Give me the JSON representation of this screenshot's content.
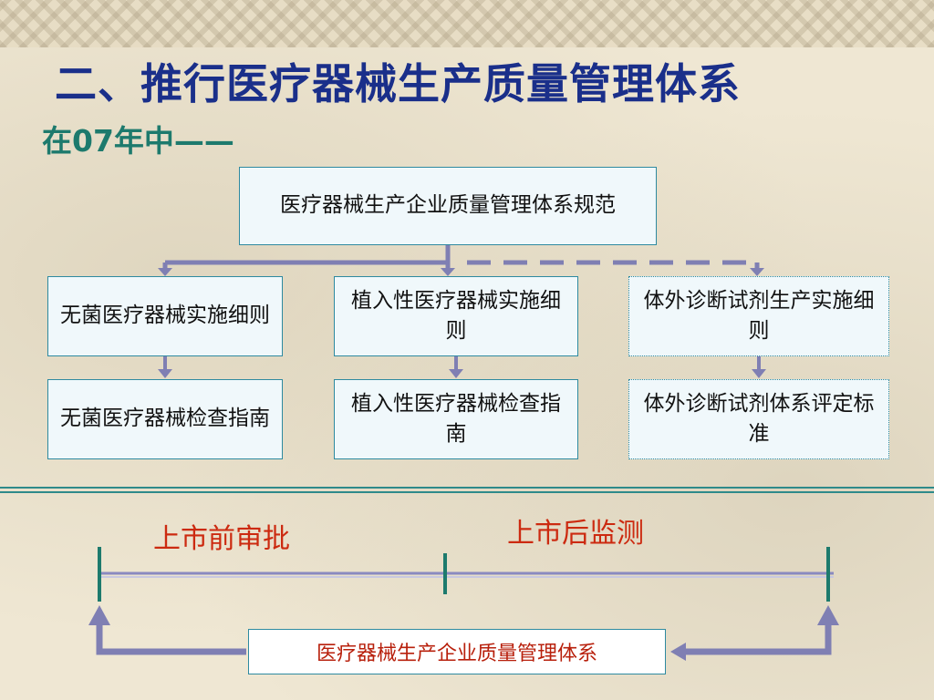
{
  "slide": {
    "title": "二、推行医疗器械生产质量管理体系",
    "subtitle": "在07年中——"
  },
  "diagram": {
    "top_box": "医疗器械生产企业质量管理体系规范",
    "columns": [
      {
        "rule": "无菌医疗器械实施细则",
        "guide": "无菌医疗器械检查指南",
        "connector": "solid"
      },
      {
        "rule": "植入性医疗器械实施细则",
        "guide": "植入性医疗器械检查指南",
        "connector": "solid"
      },
      {
        "rule": "体外诊断试剂生产实施细则",
        "guide": "体外诊断试剂体系评定标准",
        "connector": "dashed"
      }
    ]
  },
  "timeline": {
    "phases": [
      "上市前审批",
      "上市后监测"
    ],
    "bottom_box": "医疗器械生产企业质量管理体系"
  },
  "colors": {
    "title": "#1a2f8a",
    "subtitle": "#1d7a6d",
    "connector": "#7f7fb3",
    "phase_text": "#cc2a10",
    "box_border": "#2e8aa0"
  }
}
